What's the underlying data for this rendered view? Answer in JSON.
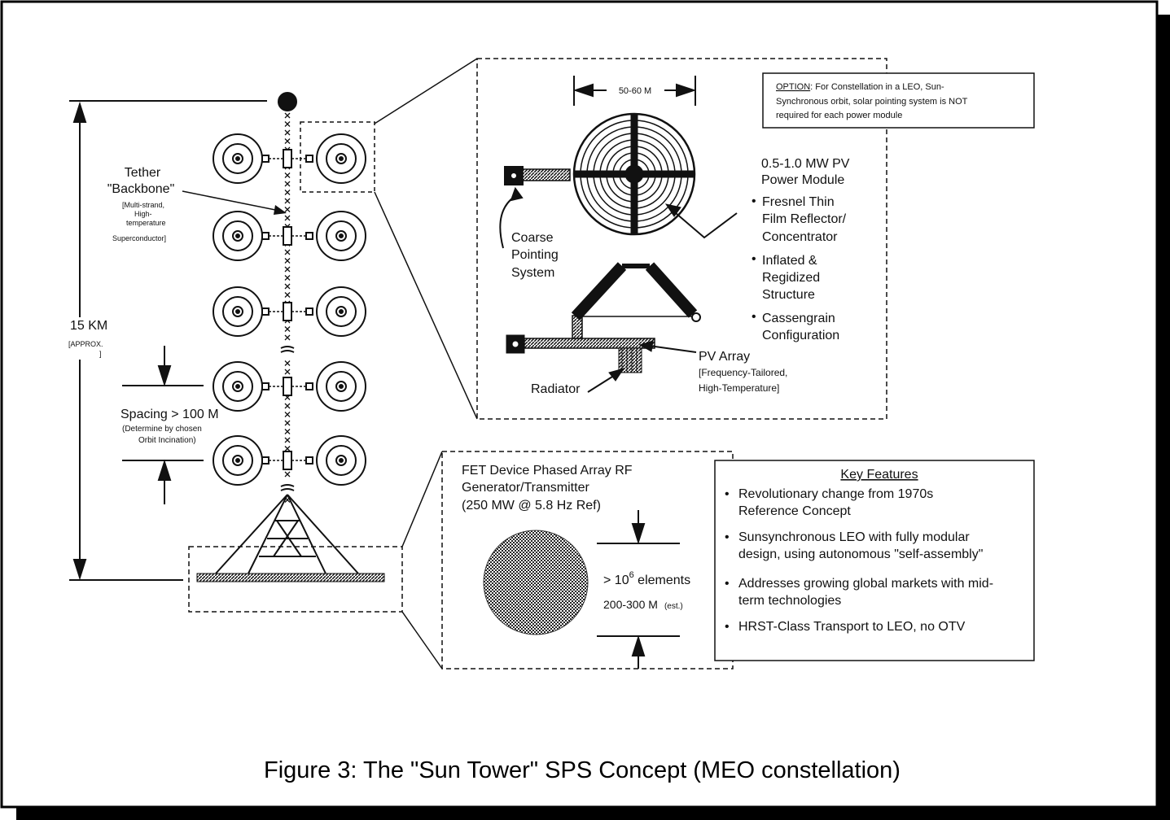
{
  "caption": "Figure 3: The \"Sun Tower\" SPS Concept (MEO constellation)",
  "left": {
    "tether_title_1": "Tether",
    "tether_title_2": "\"Backbone\"",
    "tether_note_1": "[Multi-strand,",
    "tether_note_2": "High-",
    "tether_note_3": "temperature",
    "tether_note_4": "Superconductor]",
    "height_value": "15 KM",
    "height_note_1": "[APPROX.",
    "height_note_2": "]",
    "spacing_title": "Spacing > 100 M",
    "spacing_note_1": "(Determine by chosen",
    "spacing_note_2": "Orbit Incination)"
  },
  "module_detail": {
    "width_label": "50-60 M",
    "option_prefix": "OPTION",
    "option_line_1": ": For Constellation in a LEO, Sun-",
    "option_line_2": "Synchronous orbit, solar pointing system is NOT",
    "option_line_3": "required  for each power module",
    "module_title_1": "0.5-1.0 MW PV",
    "module_title_2": "Power Module",
    "bullet_1_line_1": "Fresnel Thin",
    "bullet_1_line_2": "Film Reflector/",
    "bullet_1_line_3": "Concentrator",
    "bullet_2_line_1": "Inflated &",
    "bullet_2_line_2": "Regidized",
    "bullet_2_line_3": "Structure",
    "bullet_3_line_1": "Cassengrain",
    "bullet_3_line_2": "Configuration",
    "pointing_1": "Coarse",
    "pointing_2": "Pointing",
    "pointing_3": "System",
    "pv_array": "PV Array",
    "pv_note_1": "[Frequency-Tailored,",
    "pv_note_2": "High-Temperature]",
    "radiator": "Radiator"
  },
  "transmitter": {
    "title_1": "FET Device Phased Array RF",
    "title_2": "Generator/Transmitter",
    "title_3": "(250 MW @ 5.8 Hz Ref)",
    "elements_prefix": "> 10",
    "elements_exp": "6",
    "elements_suffix": " elements",
    "size": "200-300 M",
    "size_note": "(est.)"
  },
  "key_features": {
    "title": "Key Features",
    "items": [
      {
        "line_1": "Revolutionary change from 1970s",
        "line_2": "Reference Concept"
      },
      {
        "line_1": "Sunsynchronous LEO with fully modular",
        "line_2": "design, using autonomous \"self-assembly\""
      },
      {
        "line_1": "Addresses growing global markets with mid-",
        "line_2": "term technologies"
      },
      {
        "line_1": "HRST-Class Transport to LEO, no OTV",
        "line_2": ""
      }
    ]
  }
}
